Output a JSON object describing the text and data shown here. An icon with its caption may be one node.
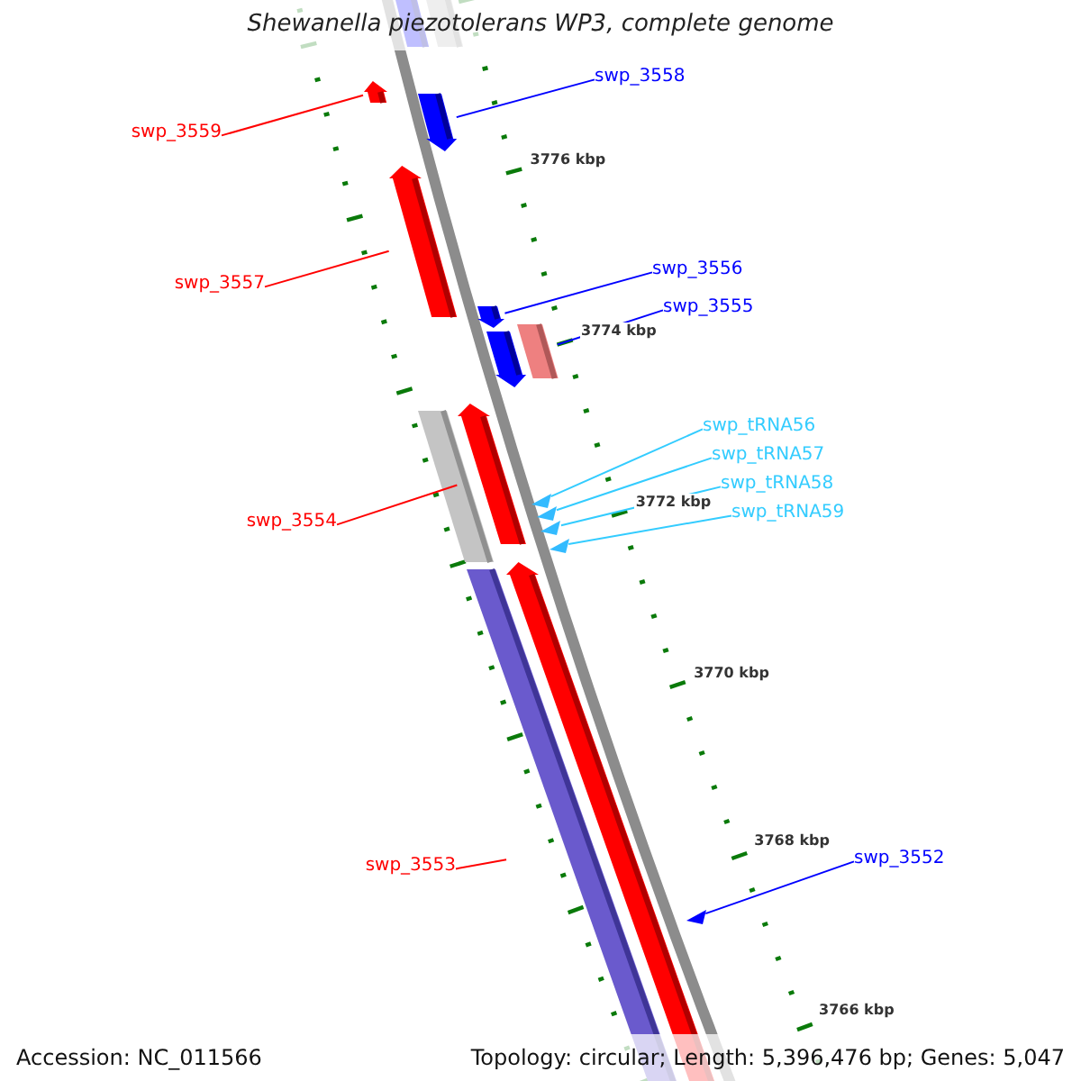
{
  "diagram": {
    "title": "Shewanella piezotolerans WP3, complete genome",
    "nodes": [
      {
        "text": [],
        "shape": "bar"
      },
      {
        "text": [],
        "shape": "bar"
      },
      {
        "text": [
          "swp_3558"
        ]
      },
      {
        "text": [
          "swp_3559"
        ]
      },
      {
        "text": [],
        "shape": "bar"
      },
      {
        "text": [],
        "shape": "bar"
      },
      {
        "text": [],
        "shape": "bar"
      },
      {
        "text": [
          "swp_3557"
        ]
      },
      {
        "text": [
          "swp_3556"
        ]
      },
      {
        "text": [
          "swp_3555"
        ]
      },
      {
        "text": [],
        "shape": "bar"
      },
      {
        "text": [],
        "shape": "bar"
      },
      {
        "text": [],
        "shape": "bar"
      },
      {
        "text": [
          "swp_tRNA56"
        ]
      },
      {
        "text": [
          "swp_tRNA57"
        ]
      },
      {
        "text": [
          "swp_tRNA58"
        ]
      },
      {
        "text": [
          "swp_tRNA59"
        ]
      },
      {
        "text": [],
        "shape": "bar"
      },
      {
        "text": [],
        "shape": "bar"
      },
      {
        "text": [
          "swp_3554"
        ]
      },
      {
        "text": [],
        "shape": "triangle"
      },
      {
        "text": [],
        "shape": "triangle"
      },
      {
        "text": [],
        "shape": "triangle"
      },
      {
        "text": [],
        "shape": "triangle"
      },
      {
        "text": [],
        "shape": "bar"
      },
      {
        "text": [],
        "shape": "bar"
      },
      {
        "text": [
          "swp_3553"
        ]
      },
      {
        "text": [
          "swp_3552"
        ]
      },
      {
        "text": [],
        "shape": "triangle"
      }
    ],
    "edges": [
      {
        "from": 2,
        "to": 5,
        "arrow": "none",
        "color": "#0000ff"
      },
      {
        "from": 3,
        "to": 4,
        "arrow": "none",
        "color": "#ff0000"
      },
      {
        "from": 7,
        "to": 6,
        "arrow": "none",
        "color": "#ff0000"
      },
      {
        "from": 8,
        "to": 10,
        "arrow": "none",
        "color": "#0000ff"
      },
      {
        "from": 9,
        "to": 12,
        "arrow": "none",
        "color": "#0000ff"
      },
      {
        "from": 13,
        "to": 20,
        "arrow": "none",
        "color": "#33ccff"
      },
      {
        "from": 14,
        "to": 21,
        "arrow": "none",
        "color": "#33ccff"
      },
      {
        "from": 15,
        "to": 22,
        "arrow": "none",
        "color": "#33ccff"
      },
      {
        "from": 16,
        "to": 23,
        "arrow": "none",
        "color": "#33ccff"
      },
      {
        "from": 19,
        "to": 18,
        "arrow": "none",
        "color": "#ff0000"
      },
      {
        "from": 26,
        "to": 25,
        "arrow": "none",
        "color": "#ff0000"
      },
      {
        "from": 27,
        "to": 28,
        "arrow": "none",
        "color": "#0000ff"
      }
    ],
    "labels": [
      "3776 kbp",
      "3774 kbp",
      "3772 kbp",
      "3770 kbp",
      "3768 kbp",
      "3766 kbp",
      "Accession: NC_011566",
      "Topology: circular; Length: 5,396,476 bp; Genes: 5,047"
    ]
  }
}
